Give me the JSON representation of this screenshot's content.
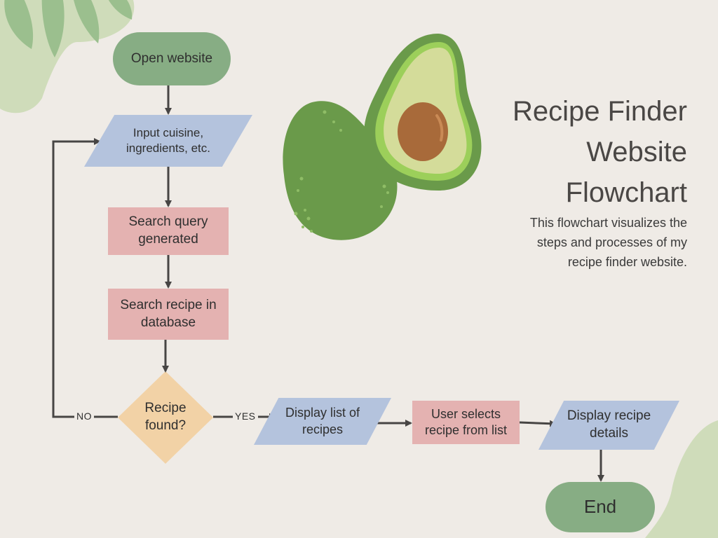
{
  "title": "Recipe Finder\nWebsite\nFlowchart",
  "subtitle": "This flowchart visualizes the\nsteps and processes of my\nrecipe finder website.",
  "colors": {
    "background": "#efebe6",
    "terminal": "#87ad84",
    "process": "#e4b2b1",
    "io": "#b4c3dd",
    "decision": "#f2d2a6",
    "connector": "#474544",
    "leaf_light": "#cfdcba",
    "leaf_dark": "#9bbf8e",
    "avocado_skin": "#6a9a4a",
    "avocado_flesh": "#d4dc9a",
    "avocado_pit": "#a86a3a"
  },
  "nodes": {
    "start": "Open website",
    "input": "Input cuisine,\ningredients, etc.",
    "query": "Search query\ngenerated",
    "search": "Search recipe in\ndatabase",
    "decision": "Recipe\nfound?",
    "display_list": "Display list of\nrecipes",
    "select": "User selects\nrecipe from list",
    "details": "Display recipe\ndetails",
    "end": "End"
  },
  "edge_labels": {
    "no": "NO",
    "yes": "YES"
  },
  "decorations": [
    "leaf-cluster-top-left",
    "avocado-illustration",
    "leaf-bottom-right"
  ]
}
